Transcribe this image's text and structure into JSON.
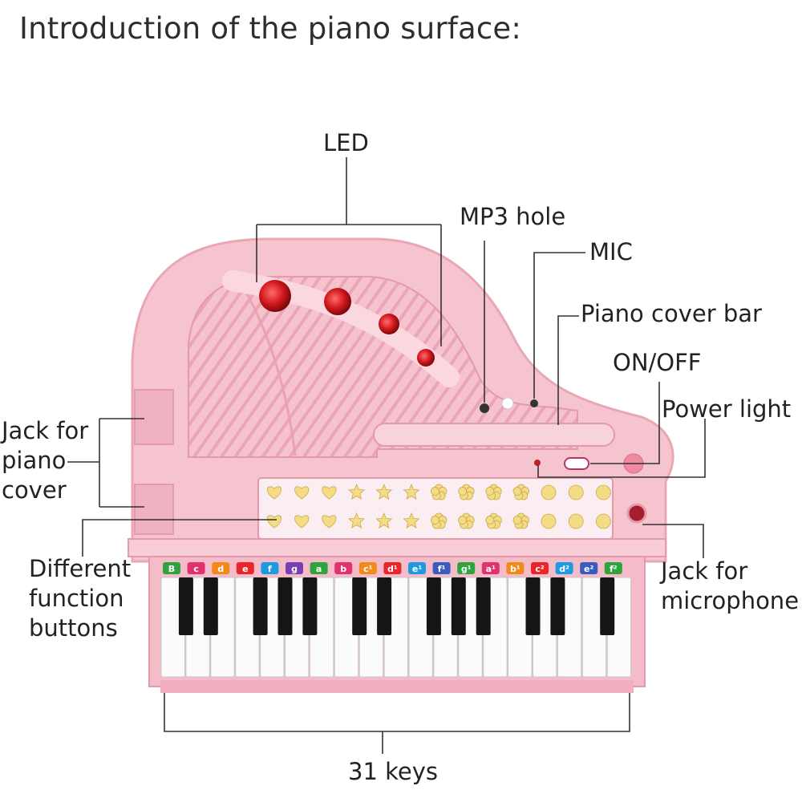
{
  "title": "Introduction of the piano surface:",
  "labels": {
    "led": "LED",
    "mp3_hole": "MP3 hole",
    "mic": "MIC",
    "piano_cover_bar": "Piano cover bar",
    "on_off": "ON/OFF",
    "power_light": "Power light",
    "jack_piano_cover": [
      "Jack for",
      "piano",
      "cover"
    ],
    "function_buttons": [
      "Different",
      "function",
      "buttons"
    ],
    "jack_microphone": [
      "Jack for",
      "microphone"
    ],
    "keys": "31 keys"
  },
  "key_note_labels": [
    "B",
    "c",
    "d",
    "e",
    "f",
    "g",
    "a",
    "b",
    "c¹",
    "d¹",
    "e¹",
    "f¹",
    "g¹",
    "a¹",
    "b¹",
    "c²",
    "d²",
    "e²",
    "f²"
  ],
  "note_label_colors": [
    "#2fa33d",
    "#e0336d",
    "#f08a1a",
    "#e8262a",
    "#1e9be0",
    "#7a3fb0",
    "#2fa33d",
    "#e0336d",
    "#f08a1a",
    "#e8262a",
    "#1e9be0",
    "#3b5bbf",
    "#2fa33d",
    "#e0336d",
    "#f08a1a",
    "#e8262a",
    "#1e9be0",
    "#3b5bbf",
    "#2fa33d"
  ],
  "function_button_shapes": {
    "top_row": [
      "heart",
      "heart",
      "heart",
      "star",
      "star",
      "star",
      "flower",
      "flower",
      "flower",
      "flower",
      "circle",
      "circle",
      "circle"
    ],
    "bottom_row": [
      "heart",
      "heart",
      "heart",
      "star",
      "star",
      "star",
      "flower",
      "flower",
      "flower",
      "flower",
      "circle",
      "circle",
      "circle"
    ]
  },
  "colors": {
    "piano_body": "#f6c4cf",
    "piano_shadow": "#e9a7b6",
    "led": "#d0161c",
    "button_gold": "#f4dc86",
    "leader_line": "#333333"
  }
}
